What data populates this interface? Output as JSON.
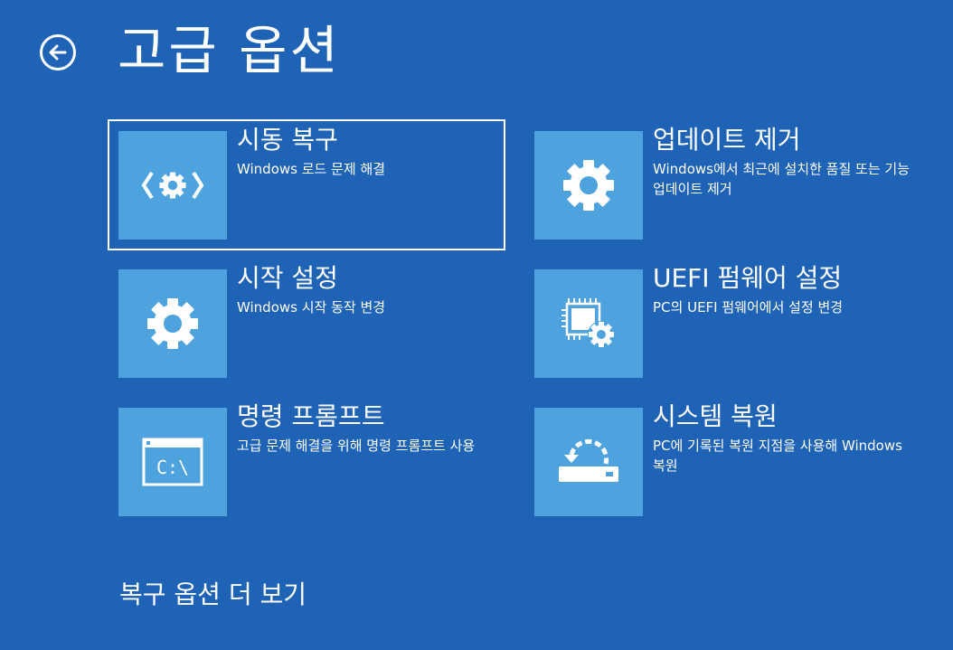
{
  "header": {
    "title": "고급 옵션"
  },
  "options": [
    {
      "title": "시동 복구",
      "description": "Windows 로드 문제 해결"
    },
    {
      "title": "업데이트 제거",
      "description": "Windows에서 최근에 설치한 품질 또는 기능 업데이트 제거"
    },
    {
      "title": "시작 설정",
      "description": "Windows 시작 동작 변경"
    },
    {
      "title": "UEFI 펌웨어 설정",
      "description": "PC의 UEFI 펌웨어에서 설정 변경"
    },
    {
      "title": "명령 프롬프트",
      "description": "고급 문제 해결을 위해 명령 프롬프트 사용"
    },
    {
      "title": "시스템 복원",
      "description": "PC에 기록된 복원 지점을 사용해 Windows 복원"
    }
  ],
  "icons": {
    "back": "back-arrow-icon",
    "startup_repair": "startup-repair-icon",
    "uninstall_updates": "gear-icon",
    "startup_settings": "gear-icon",
    "uefi": "chip-gear-icon",
    "command_prompt": "command-prompt-icon",
    "prompt_text": "C:\\",
    "system_restore": "system-restore-icon"
  },
  "footer": {
    "more_options": "복구 옵션 더 보기"
  },
  "colors": {
    "background": "#1f63b6",
    "tile": "#4ea3de",
    "text": "#ffffff"
  }
}
